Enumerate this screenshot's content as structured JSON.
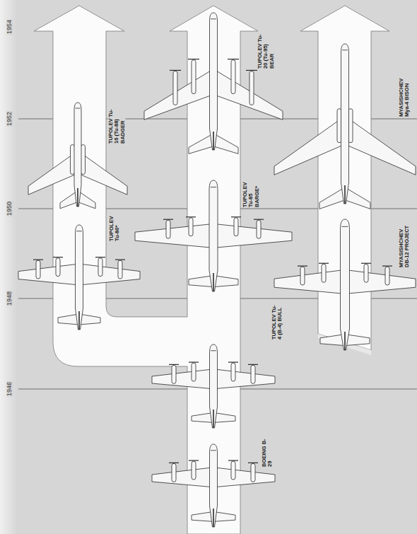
{
  "diagram": {
    "nodes": [
      {
        "text": [
          "TUPOLEV Tu-16 (Tu-88) BADGER"
        ]
      },
      {
        "text": [
          "TUPOLEV Tu-20 (Tu-95) BEAR"
        ]
      },
      {
        "text": [
          "MYASISHCHEV Mya-4 BISON"
        ]
      },
      {
        "text": [
          "TUPOLEV Tu-80*"
        ]
      },
      {
        "text": [
          "TUPOLEV Tu-85 BARGE*"
        ]
      },
      {
        "text": [
          "MYASISHCHEV DB-12 PROJECT"
        ]
      },
      {
        "text": [
          "TUPOLEV Tu-4 (B-4) BULL"
        ]
      },
      {
        "text": [
          "BOEING B-29"
        ]
      }
    ],
    "edges": [
      {
        "from": 7,
        "to": 6,
        "arrow": "none"
      },
      {
        "from": 6,
        "to": 4,
        "arrow": "none"
      },
      {
        "from": 6,
        "to": 3,
        "arrow": "none"
      },
      {
        "from": 4,
        "to": 1,
        "arrow": "none"
      },
      {
        "from": 3,
        "to": 0,
        "arrow": "none"
      },
      {
        "from": 5,
        "to": 2,
        "arrow": "none"
      }
    ],
    "labels": [
      "1954",
      "1952",
      "1950",
      "1948",
      "1946"
    ]
  }
}
